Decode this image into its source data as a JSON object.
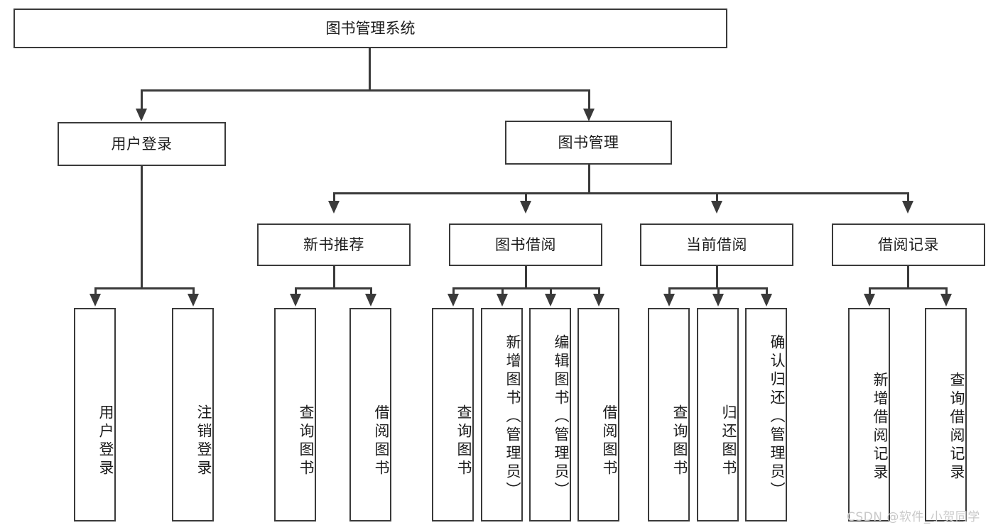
{
  "diagram": {
    "title_node": {
      "label": "图书管理系统"
    },
    "level2": [
      {
        "id": "user-login",
        "label": "用户登录"
      },
      {
        "id": "book-management",
        "label": "图书管理"
      }
    ],
    "level3": [
      {
        "id": "new-book-recommend",
        "label": "新书推荐"
      },
      {
        "id": "book-borrow",
        "label": "图书借阅"
      },
      {
        "id": "current-borrow",
        "label": "当前借阅"
      },
      {
        "id": "borrow-record",
        "label": "借阅记录"
      }
    ],
    "leaves": {
      "user_login": [
        {
          "id": "leaf-user-login",
          "label": "用户登录"
        },
        {
          "id": "leaf-logout-login",
          "label": "注销登录"
        }
      ],
      "new_book_recommend": [
        {
          "id": "leaf-query-book-1",
          "label": "查询图书"
        },
        {
          "id": "leaf-borrow-book-1",
          "label": "借阅图书"
        }
      ],
      "book_borrow": [
        {
          "id": "leaf-query-book-2",
          "label": "查询图书"
        },
        {
          "id": "leaf-add-book",
          "label": "新增图书（管理员）"
        },
        {
          "id": "leaf-edit-book",
          "label": "编辑图书（管理员）"
        },
        {
          "id": "leaf-borrow-book-2",
          "label": "借阅图书"
        }
      ],
      "current_borrow": [
        {
          "id": "leaf-query-book-3",
          "label": "查询图书"
        },
        {
          "id": "leaf-return-book",
          "label": "归还图书"
        },
        {
          "id": "leaf-confirm-return",
          "label": "确认归还（管理员）"
        }
      ],
      "borrow_record": [
        {
          "id": "leaf-add-borrow-record",
          "label": "新增借阅记录"
        },
        {
          "id": "leaf-query-borrow-record",
          "label": "查询借阅记录"
        }
      ]
    }
  },
  "watermark": {
    "text": "CSDN @软件_小贺同学"
  },
  "colors": {
    "stroke": "#3a3a3a",
    "text": "#1b1b1b",
    "background": "#ffffff",
    "watermark": "#c9c9c9"
  }
}
